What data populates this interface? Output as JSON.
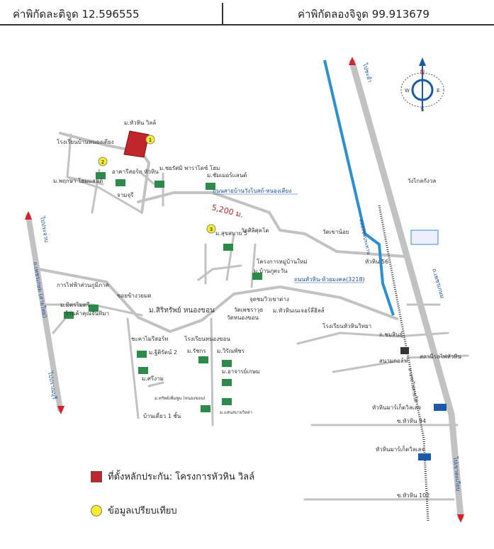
{
  "header": {
    "latitude": "ค่าพิกัดละติจูด 12.596555",
    "longitude": "ค่าพิกัดลองจิจูด 99.913679"
  },
  "compass": {
    "n": "N",
    "s": "S",
    "e": "E",
    "w": "W"
  },
  "markers": [
    "1",
    "2",
    "3"
  ],
  "labels": {
    "site": "ม.หัวหิน วิลล์",
    "school1": "โรงเรียนบ้านหนองเตียง",
    "p1": "ม.พฤกษา โฮมแลนด์",
    "p2": "อาคารีสอร์ท หัวหิน",
    "p3": "ม.ชยรัศมิ พาราไดซ์ โฮม",
    "p4": "ม.ชัมเมอร์แลนด์",
    "p5": "จามจุรี",
    "road1": "ถนนสายบ้านวังโบสถ์-หนองเตียง",
    "distance": "5,200 ม.",
    "p6": "ม.สุขสบาย 5",
    "temple1": "วัดศิลิศุคโต",
    "temple2": "วัดเขาน้อย",
    "p7": "โครงการหมู่บ้านใหม่",
    "p8": "ม.บ้านภูตะวัน",
    "road2": "ถนนหัวหิน-ห้วยมงคล(3218)",
    "p9": "การไฟฟ้าส่วนภูมิภาค",
    "p10": "ซอยข้างวยมด",
    "p11": "ม.มิตรไมตรี",
    "p12": "ร้านค้าคุณจันทิมา",
    "p13": "ม.สิริทรัพย์ หนองขอน",
    "p14": "จุดชมวิวเขาต่าง",
    "temple3": "วัดเพชราวุธ",
    "temple4": "วัดหนองขอน",
    "p15": "ม.หัวหินเนเจอร์ลี่ฮิลล์",
    "school2": "โรงเรียนหัวหินวิทยา",
    "p16": "ชะคาไมรีสอร์ท",
    "school3": "โรงเรียนหนองขอน",
    "p17": "ม.ฐิติรัตน์ 2",
    "p18": "ม.ศรีงาม",
    "p19": "ม.รัชกร",
    "p20": "ม.วิรัณพัชร",
    "p21": "ม.อาจารย์เกษม",
    "p22": "ม.ทรัพย์เพิ่มพูน (หนองขอน)",
    "p23": "ม.แสนสบายวิลล่า",
    "p24": "บ้านเดี่ยว 1 ชั้น",
    "palace": "วังไกลกังวล",
    "soi1": "หัวหิน 56",
    "soi2": "ถ.ชมสินธุ์",
    "golf": "สนามกอล์ฟ",
    "station": "สถานีรถไฟหัวหิน",
    "market1": "หัวหินมาร์เก็ตวิลเลจ",
    "soi3": "ซ.หัวหิน 94",
    "market2": "หัวหินมาร์เก็ตวิลเลจ",
    "soi4": "ซ.หัวหิน 102",
    "hwy_n": "ไปชะอำ",
    "hwy_s": "ไปเขาตะเกียบ",
    "hwy_name": "ถ.เพชรเกษม",
    "left_n": "ไปประจวบ",
    "left_s": "ไปปราณบุรี",
    "left_name": "ถ.เพชรเกษม (สายใหม่)",
    "canal": "คลองชลประทาน",
    "rail": "ทางรถไฟสายใต้"
  },
  "legend": {
    "collateral": "ที่ตั้งหลักประกัน: โครงการหัวหิน วิลล์",
    "comparison": "ข้อมูลเปรียบเทียบ"
  },
  "colors": {
    "road": "#c2c2c2",
    "river": "#2d8fd0",
    "collateral": "#c0262c",
    "marker": "#f5ee2a",
    "arrow": "#d0242a"
  }
}
